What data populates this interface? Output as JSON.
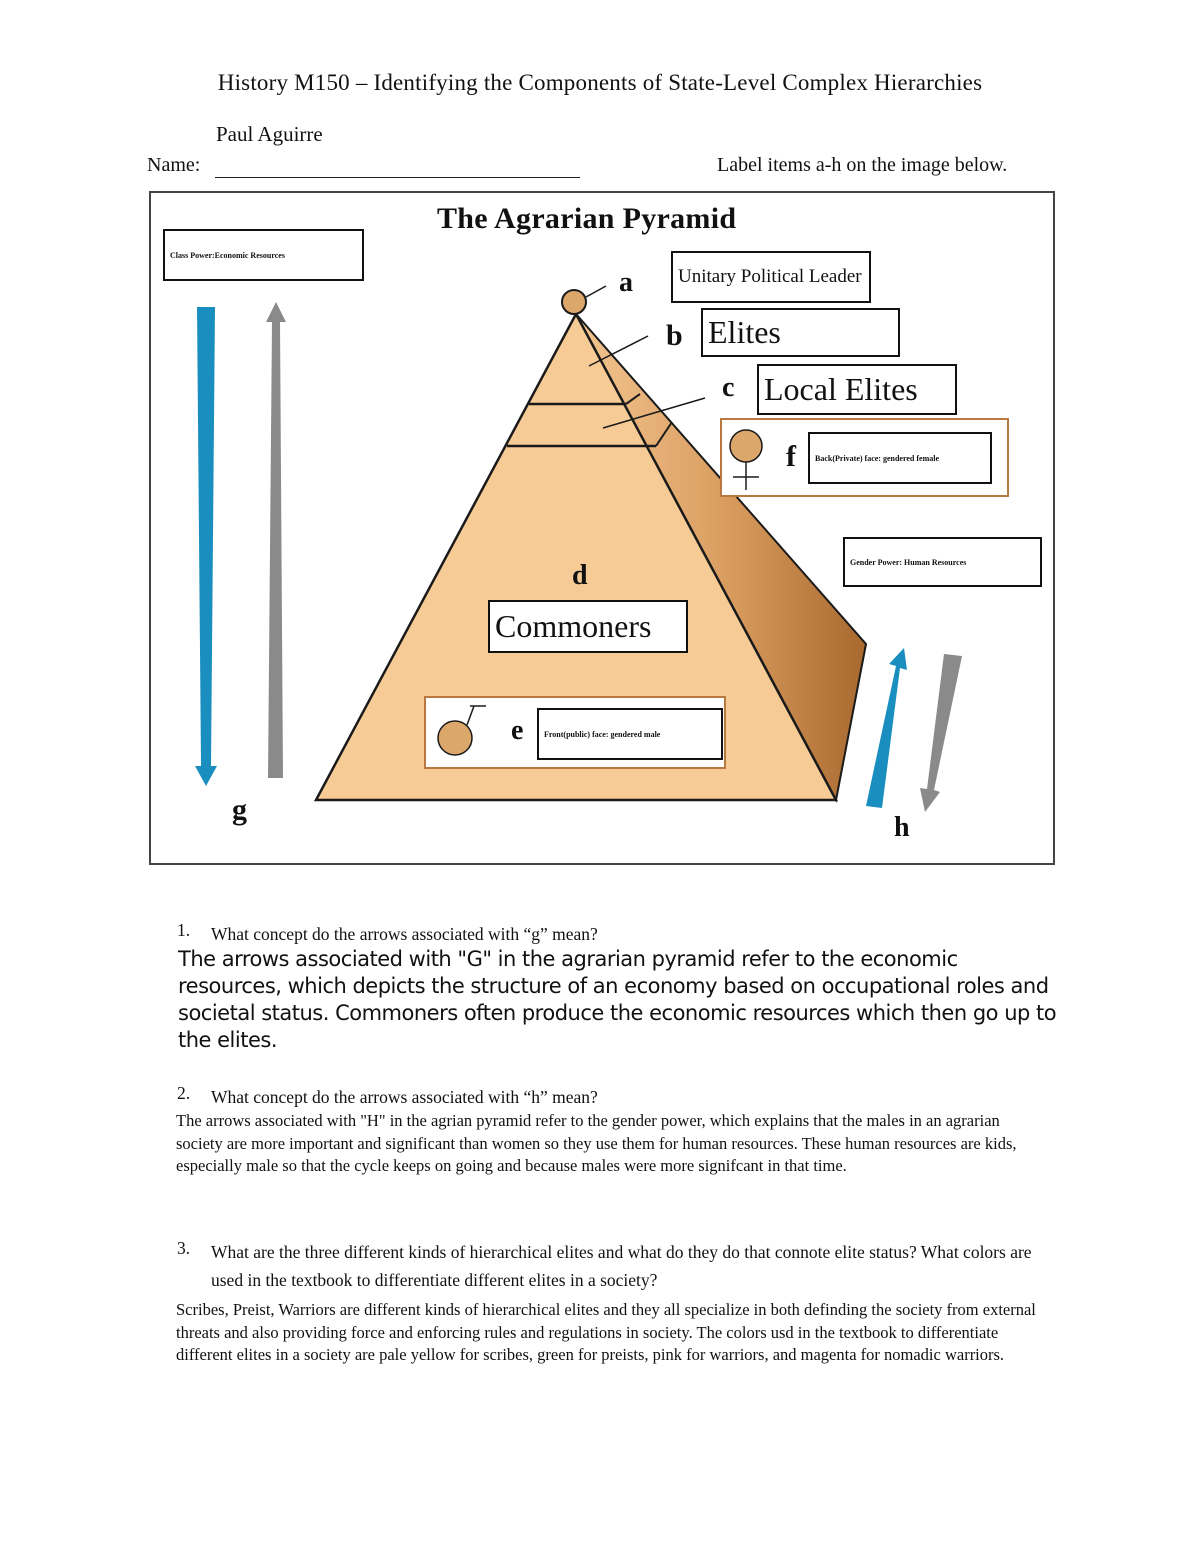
{
  "header": {
    "title": "History M150 – Identifying the Components of State-Level Complex Hierarchies",
    "author": "Paul Aguirre",
    "name_label": "Name:",
    "instructions": "Label items a-h on the image below."
  },
  "figure": {
    "title": "The Agrarian Pyramid",
    "letters": {
      "a": "a",
      "b": "b",
      "c": "c",
      "d": "d",
      "e": "e",
      "f": "f",
      "g": "g",
      "h": "h"
    },
    "labels": {
      "class_power": "Class Power:Economic Resources",
      "leader": "Unitary Political Leader",
      "elites": "Elites",
      "local_elites": "Local Elites",
      "back_face": "Back(Private) face: gendered female",
      "gender_power": "Gender Power: Human Resources",
      "commoners": "Commoners",
      "front_face": "Front(public) face: gendered male"
    },
    "colors": {
      "pyramid_front": "#f6cb95",
      "pyramid_side": "#b9773a",
      "arrow_blue": "#1a8fbf",
      "arrow_gray": "#8a8a8a",
      "symbol_fill": "#dca76b",
      "gender_box_border": "#b8793e"
    },
    "icons": {
      "female": "female-symbol-icon",
      "male": "male-symbol-icon"
    }
  },
  "questions": [
    {
      "number": "1.",
      "text": "What concept do the arrows associated with “g” mean?",
      "answer": "The arrows associated with \"G\" in the agrarian pyramid refer to the economic resources, which depicts the structure of an economy based on occupational roles and societal status. Commoners often produce the economic resources which then go up to the elites."
    },
    {
      "number": "2.",
      "text": "What concept do the arrows associated with “h” mean?",
      "answer": "The arrows associated with \"H\" in the agrian pyramid refer to the gender power, which explains that the males in an agrarian society are more important and significant than women so they use them for human resources. These human resources are kids, especially male so that the cycle keeps on going and because males were more signifcant in that time."
    },
    {
      "number": "3.",
      "text": "What are the three different kinds of hierarchical elites and what do they do that connote elite status? What colors are used in the textbook to differentiate different elites in a society?",
      "answer": "Scribes, Preist, Warriors are different kinds of hierarchical elites and they all specialize in both definding the society from external threats and also providing force and enforcing rules and regulations in society. The colors usd in the textbook to differentiate different elites in a society are pale yellow for scribes, green for preists, pink for warriors, and magenta for nomadic warriors."
    }
  ]
}
